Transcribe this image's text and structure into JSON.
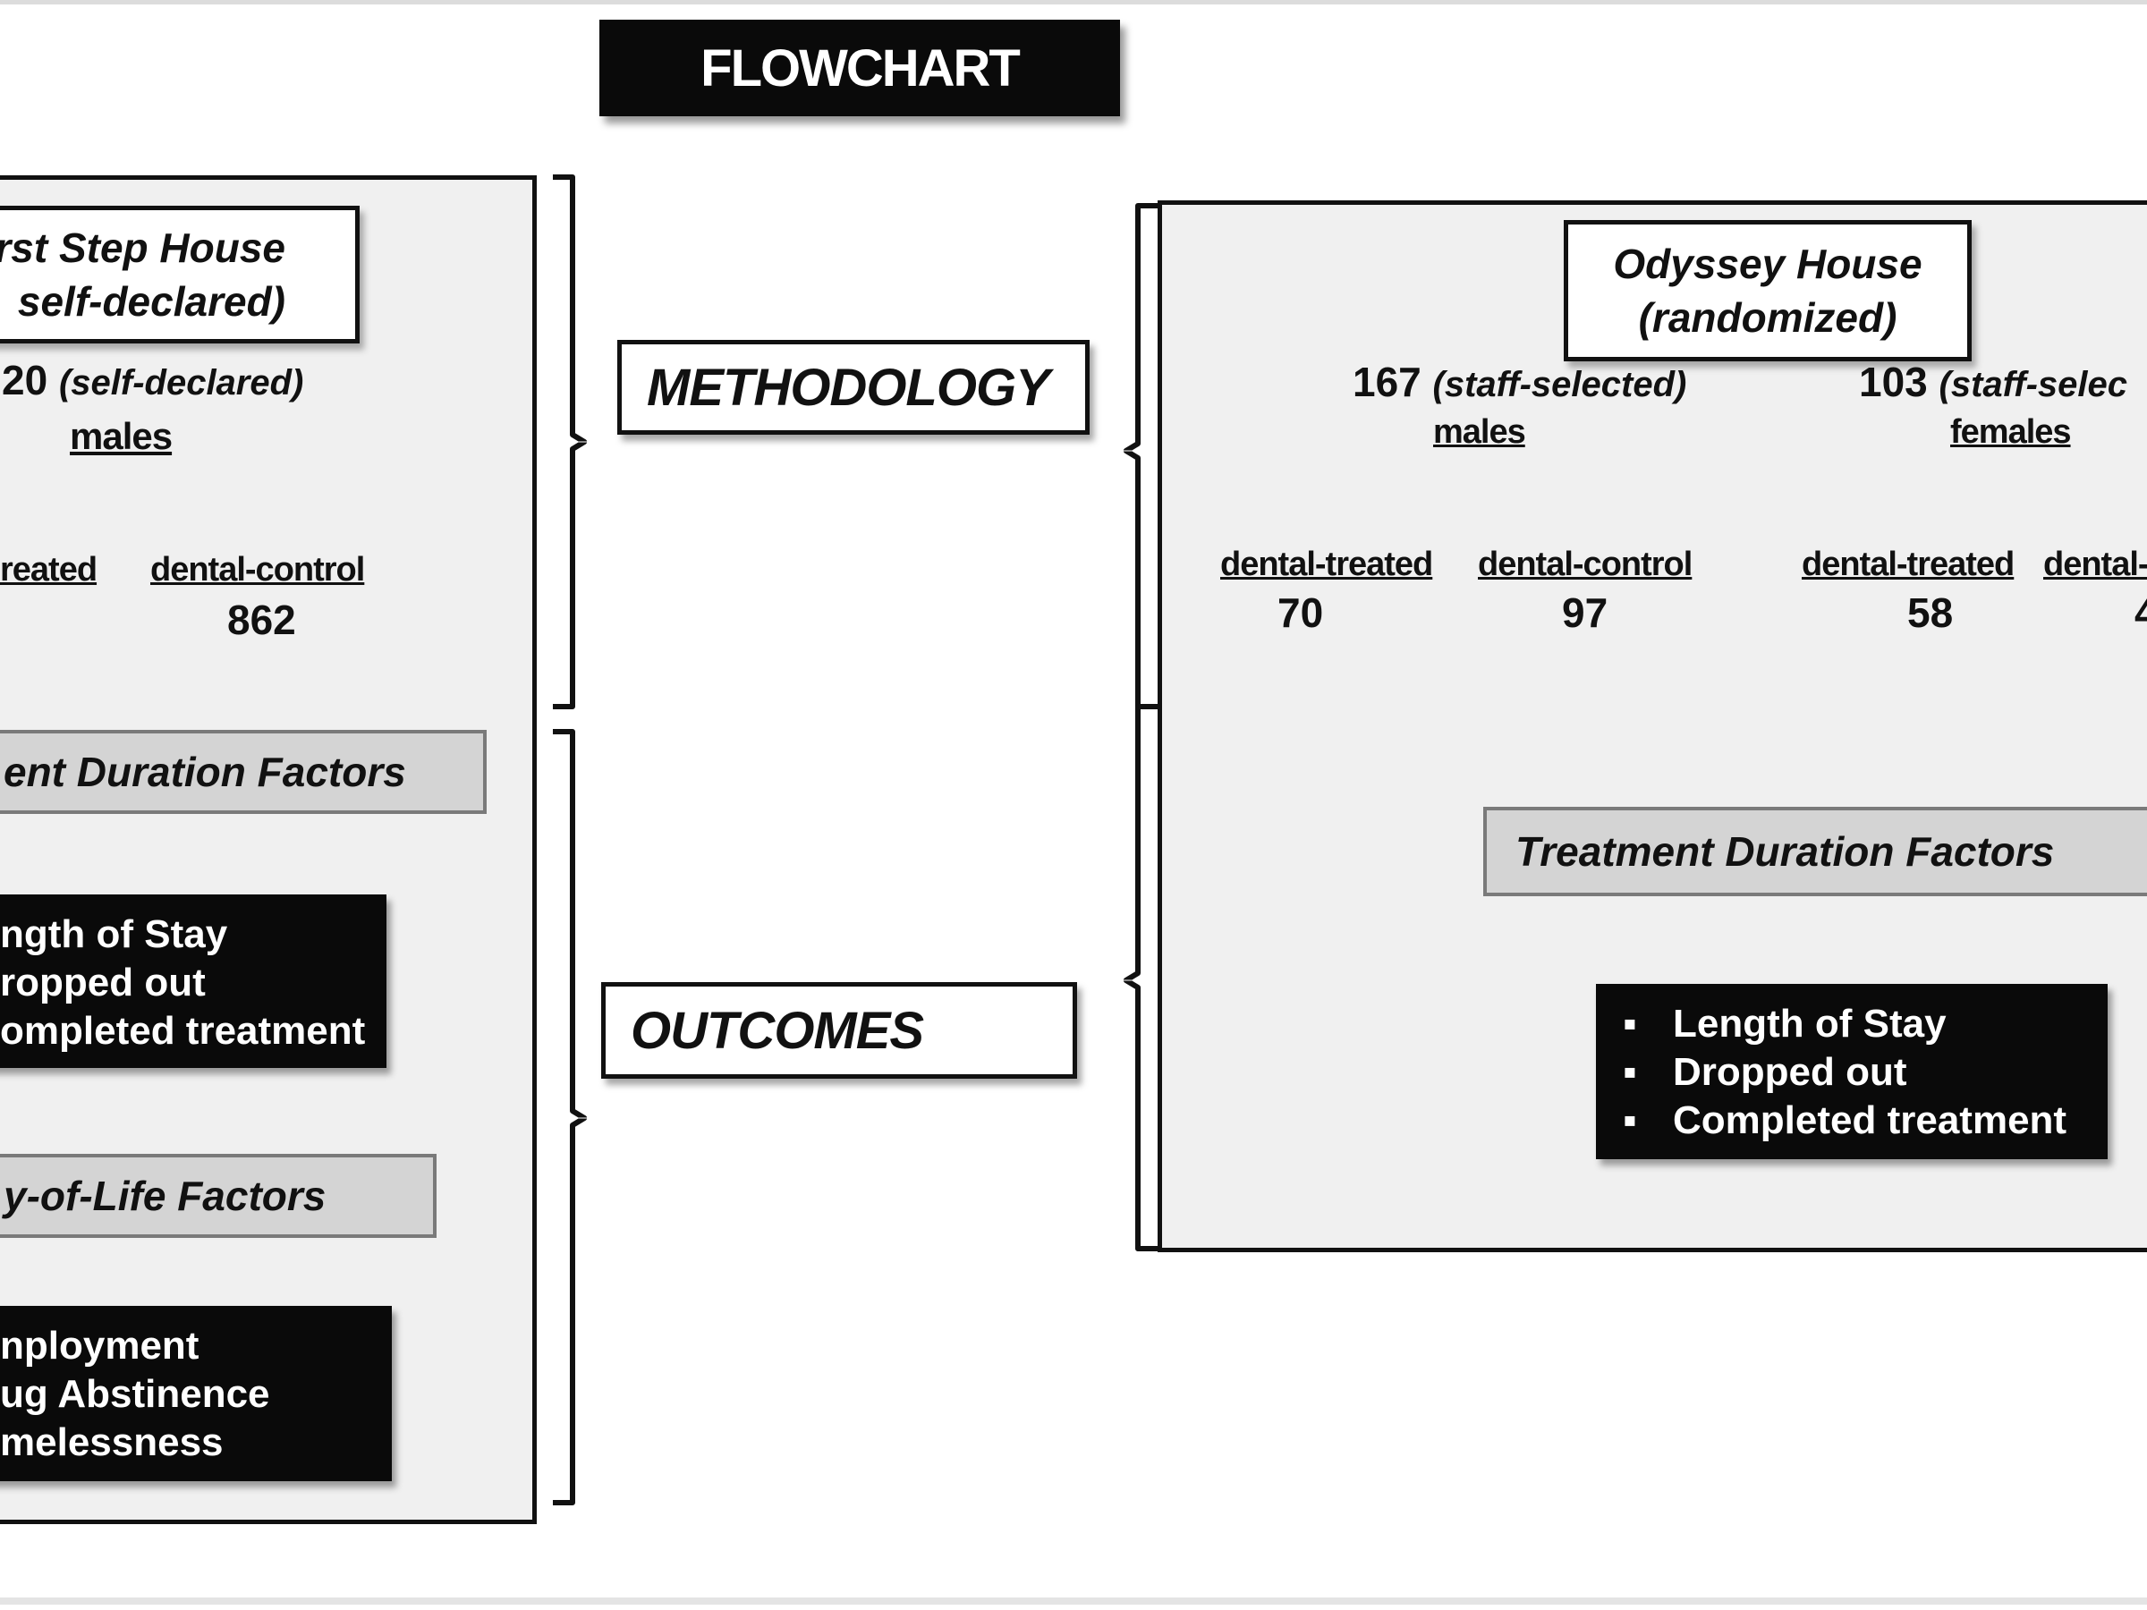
{
  "header": {
    "title": "FLOWCHART"
  },
  "labels": {
    "methodology": "METHODOLOGY",
    "outcomes": "OUTCOMES"
  },
  "left": {
    "house_line1": "rst Step House",
    "house_line2": "self-declared)",
    "count_value": "20",
    "count_note": "(self-declared)",
    "group": "males",
    "sub_treated": "reated",
    "sub_control": "dental-control",
    "num_control": "862",
    "tdf": "ent Duration Factors",
    "outcomes_list": [
      "ngth of Stay",
      "ropped out",
      "ompleted treatment"
    ],
    "qol": "y-of-Life Factors",
    "qol_list": [
      "nployment",
      "ug Abstinence",
      "melessness"
    ]
  },
  "right": {
    "house_line1": "Odyssey House",
    "house_line2": "(randomized)",
    "males_count": "167",
    "males_note": "(staff-selected)",
    "males_group": "males",
    "females_count": "103",
    "females_note": "(staff-selec",
    "females_group": "females",
    "subs": [
      "dental-treated",
      "dental-control",
      "dental-treated",
      "dental-"
    ],
    "nums": [
      "70",
      "97",
      "58",
      "4"
    ],
    "tdf": "Treatment Duration Factors",
    "bullet": "▪",
    "outcomes_list": [
      "Length of Stay",
      "Dropped out",
      "Completed treatment"
    ]
  },
  "colors": {
    "panel": "#f0f0f0",
    "dark": "#0a0a0a",
    "gray_box": "#d4d4d4"
  }
}
